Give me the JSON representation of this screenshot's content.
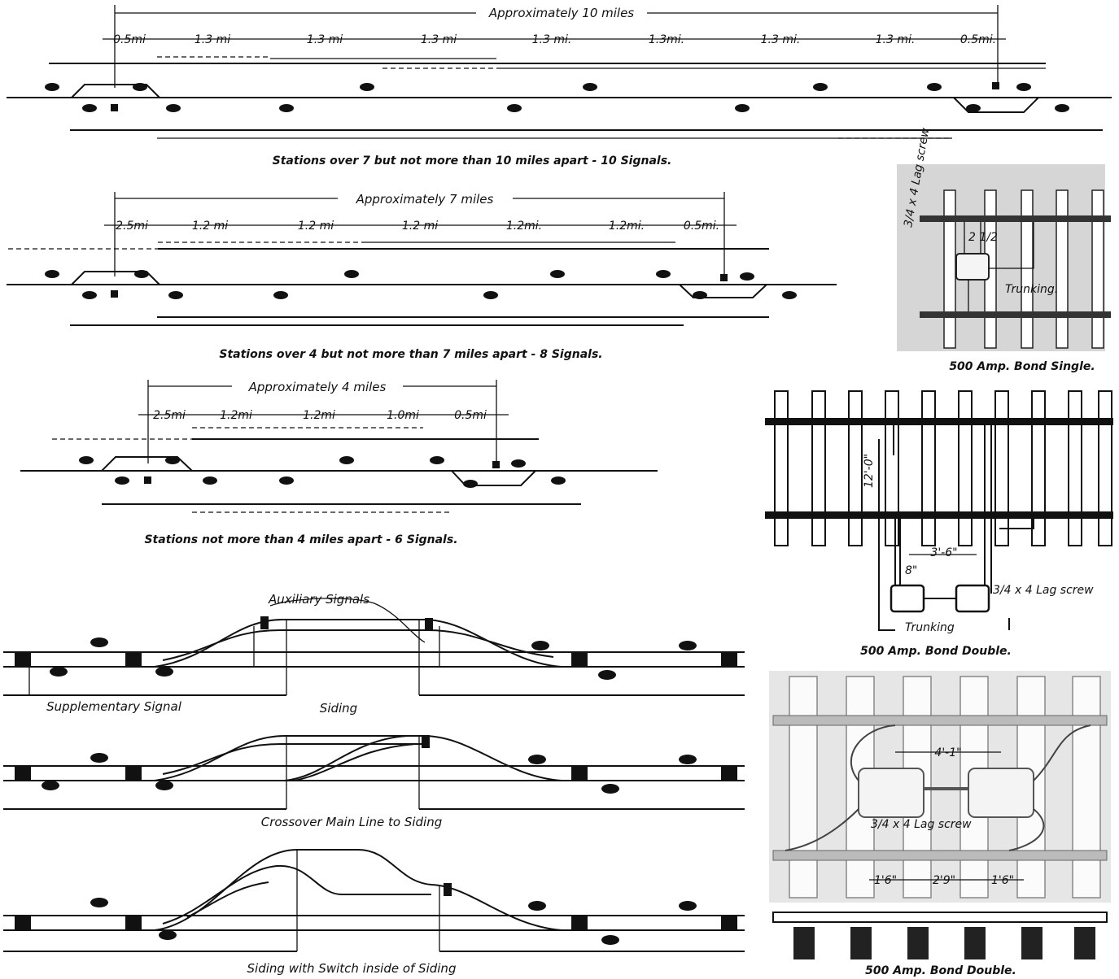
{
  "diagram_10mi": {
    "overall": "Approximately 10 miles",
    "segments": [
      "0.5mi",
      "1.3 mi",
      "1.3 mi",
      "1.3 mi",
      "1.3 mi.",
      "1.3mi.",
      "1.3 mi.",
      "1.3 mi.",
      "0.5mi."
    ],
    "caption": "Stations over 7 but not more than 10 miles apart - 10 Signals."
  },
  "diagram_7mi": {
    "overall": "Approximately 7 miles",
    "segments": [
      "2.5mi",
      "1.2 mi",
      "1.2 mi",
      "1.2 mi",
      "1.2mi.",
      "1.2mi.",
      "0.5mi."
    ],
    "caption": "Stations over 4 but not more than 7 miles apart - 8 Signals."
  },
  "diagram_4mi": {
    "overall": "Approximately 4 miles",
    "segments": [
      "2.5mi",
      "1.2mi",
      "1.2mi",
      "1.0mi",
      "0.5mi"
    ],
    "caption": "Stations not more than 4 miles apart - 6 Signals."
  },
  "siding_1": {
    "annotation": "Auxiliary Signals",
    "caption_left": "Supplementary Signal",
    "caption_right": "Siding"
  },
  "siding_2": {
    "caption": "Crossover Main Line to Siding"
  },
  "siding_3": {
    "caption": "Siding with Switch inside of Siding"
  },
  "bond_single": {
    "label_screw": "3/4 x 4 Lag screw",
    "label_dim": "2 1/2",
    "label_trunking": "Trunking.",
    "caption": "500 Amp. Bond Single."
  },
  "bond_double": {
    "label_dim_vertical": "12'-0\"",
    "label_dim_h": "3'-6\"",
    "label_dim_small": "8\"",
    "label_screw": "3/4 x 4 Lag screw",
    "label_trunking": "Trunking",
    "caption": "500 Amp. Bond Double."
  },
  "bond_double_photo": {
    "label_dim": "4'-1\"",
    "label_screw": "3/4 x 4 Lag screw",
    "label_dims_bottom": [
      "1'6\"",
      "2'9\"",
      "1'6\""
    ],
    "caption": "500 Amp. Bond Double."
  }
}
